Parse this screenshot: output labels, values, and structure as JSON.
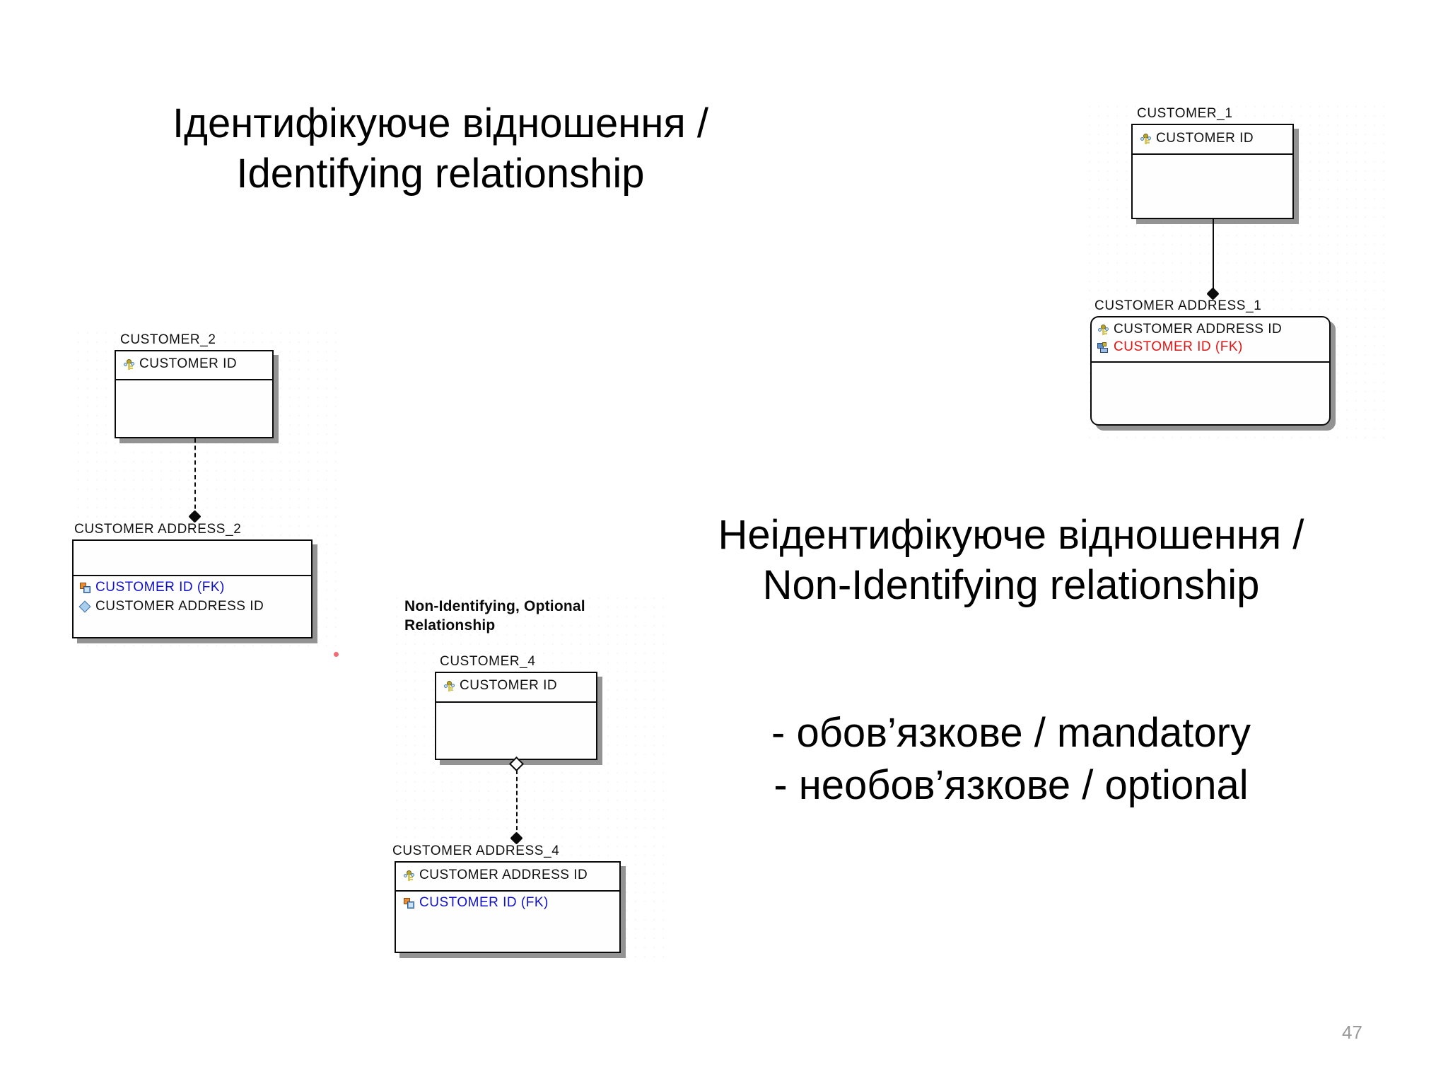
{
  "slide": {
    "page_number": "47",
    "identifying_title": "Ідентифікуюче відношення /\nIdentifying relationship",
    "nonidentifying_title": "Неідентифікуюче відношення /\nNon-Identifying relationship",
    "bullets": "- обов’язкове / mandatory\n- необов’язкове / optional"
  },
  "colors": {
    "text": "#000000",
    "pk_text": "#111111",
    "fk_blue": "#1111cc",
    "fk_red": "#e21313",
    "page_number": "#9a9a9a",
    "box_border": "#0a0a0a",
    "box_shadow": "#808080"
  },
  "diagrams": {
    "identifying_mandatory": {
      "caption": "",
      "parent": {
        "label": "CUSTOMER_1",
        "attributes": [
          {
            "text": "CUSTOMER ID",
            "icon": "primary-key-icon",
            "style": "pk"
          }
        ],
        "lower_attributes": []
      },
      "child": {
        "label": "CUSTOMER ADDRESS_1",
        "rounded": true,
        "attributes": [
          {
            "text": "CUSTOMER ADDRESS ID",
            "icon": "primary-key-icon",
            "style": "pk"
          },
          {
            "text": "CUSTOMER ID (FK)",
            "icon": "foreign-key-icon",
            "style": "fk-red"
          }
        ],
        "lower_attributes": []
      },
      "relationship": {
        "line": "solid",
        "parent_end": "none",
        "child_end": "filled-dot"
      }
    },
    "identifying_optional": {
      "caption": "",
      "parent": {
        "label": "CUSTOMER_2",
        "attributes": [
          {
            "text": "CUSTOMER ID",
            "icon": "primary-key-icon",
            "style": "pk"
          }
        ],
        "lower_attributes": []
      },
      "child": {
        "label": "CUSTOMER ADDRESS_2",
        "rounded": false,
        "attributes": [],
        "lower_attributes": [
          {
            "text": "CUSTOMER ID (FK)",
            "icon": "foreign-key-icon",
            "style": "fk-blue"
          },
          {
            "text": "CUSTOMER ADDRESS ID",
            "icon": "attribute-diamond-icon",
            "style": "plain"
          }
        ]
      },
      "relationship": {
        "line": "dashed",
        "parent_end": "none",
        "child_end": "filled-dot"
      }
    },
    "nonidentifying_optional": {
      "caption": "Non-Identifying, Optional\nRelationship",
      "parent": {
        "label": "CUSTOMER_4",
        "attributes": [
          {
            "text": "CUSTOMER ID",
            "icon": "primary-key-icon",
            "style": "pk"
          }
        ],
        "lower_attributes": []
      },
      "child": {
        "label": "CUSTOMER ADDRESS_4",
        "rounded": false,
        "attributes": [
          {
            "text": "CUSTOMER ADDRESS ID",
            "icon": "primary-key-icon",
            "style": "pk"
          }
        ],
        "lower_attributes": [
          {
            "text": "CUSTOMER ID (FK)",
            "icon": "foreign-key-icon",
            "style": "fk-blue"
          }
        ]
      },
      "relationship": {
        "line": "dashed",
        "parent_end": "hollow-diamond",
        "child_end": "filled-dot"
      }
    }
  }
}
